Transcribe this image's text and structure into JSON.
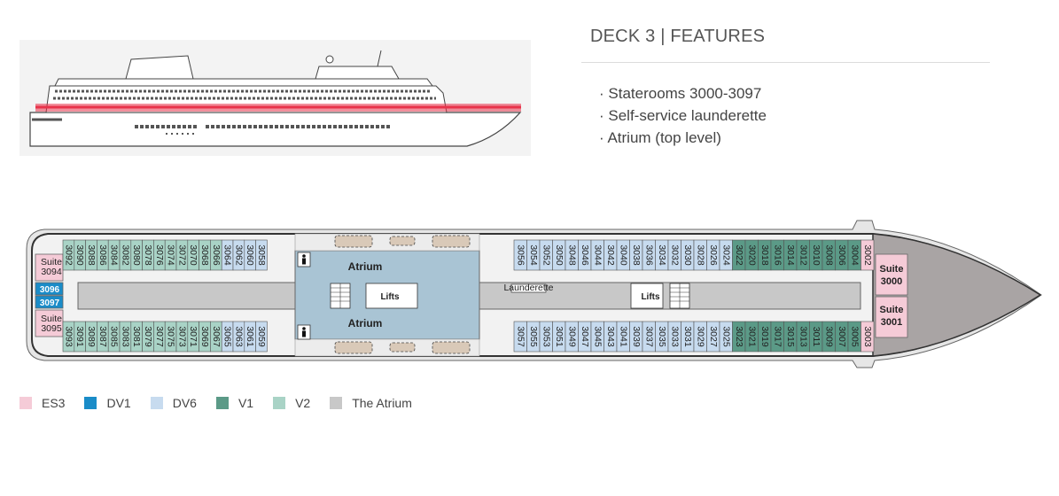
{
  "header": {
    "deck_title": "DECK 3 | FEATURES",
    "features": [
      "· Staterooms 3000-3097",
      "· Self-service launderette",
      "· Atrium (top level)"
    ]
  },
  "colors": {
    "ES3": "#f5cbd7",
    "DV1": "#1a8cc8",
    "DV6": "#c7dbef",
    "V1": "#5b9a87",
    "V2": "#a9d3c6",
    "Atrium": "#c8c8c8",
    "atrium_area": "#a9c4d4",
    "hull": "#f2f2f2",
    "bow": "#a9a4a4",
    "highlight": "#e8334a"
  },
  "deck_plan": {
    "left_suites": {
      "top": [
        "Suite",
        "3094"
      ],
      "bottom": [
        "Suite",
        "3095"
      ],
      "dv1_top": "3096",
      "dv1_bottom": "3097"
    },
    "right_suites": {
      "top": [
        "Suite",
        "3000"
      ],
      "bottom": [
        "Suite",
        "3001"
      ]
    },
    "aft_top": [
      "3092",
      "3090",
      "3088",
      "3086",
      "3084",
      "3082",
      "3080",
      "3078",
      "3076",
      "3074",
      "3072",
      "3070",
      "3068",
      "3066",
      "3064",
      "3062",
      "3060",
      "3058"
    ],
    "aft_top_category": [
      "V2",
      "V2",
      "V2",
      "V2",
      "V2",
      "V2",
      "V2",
      "V2",
      "V2",
      "V2",
      "V2",
      "V2",
      "V2",
      "V2",
      "DV6",
      "DV6",
      "DV6",
      "DV6"
    ],
    "aft_bottom": [
      "3093",
      "3091",
      "3089",
      "3087",
      "3085",
      "3083",
      "3081",
      "3079",
      "3077",
      "3075",
      "3073",
      "3071",
      "3069",
      "3067",
      "3065",
      "3063",
      "3061",
      "3059"
    ],
    "aft_bottom_category": [
      "V2",
      "V2",
      "V2",
      "V2",
      "V2",
      "V2",
      "V2",
      "V2",
      "V2",
      "V2",
      "V2",
      "V2",
      "V2",
      "V2",
      "DV6",
      "DV6",
      "DV6",
      "DV6"
    ],
    "fwd_top": [
      "3056",
      "3054",
      "3052",
      "3050",
      "3048",
      "3046",
      "3044",
      "3042",
      "3040",
      "3038",
      "3036",
      "3034",
      "3032",
      "3030",
      "3028",
      "3026",
      "3024",
      "3022",
      "3020",
      "3018",
      "3016",
      "3014",
      "3012",
      "3010",
      "3008",
      "3006",
      "3004",
      "3002"
    ],
    "fwd_top_category": [
      "DV6",
      "DV6",
      "DV6",
      "DV6",
      "DV6",
      "DV6",
      "DV6",
      "DV6",
      "DV6",
      "DV6",
      "DV6",
      "DV6",
      "DV6",
      "DV6",
      "DV6",
      "DV6",
      "DV6",
      "V1",
      "V1",
      "V1",
      "V1",
      "V1",
      "V1",
      "V1",
      "V1",
      "V1",
      "V1",
      "ES3"
    ],
    "fwd_bottom": [
      "3057",
      "3055",
      "3053",
      "3051",
      "3049",
      "3047",
      "3045",
      "3043",
      "3041",
      "3039",
      "3037",
      "3035",
      "3033",
      "3031",
      "3029",
      "3027",
      "3025",
      "3023",
      "3021",
      "3019",
      "3017",
      "3015",
      "3013",
      "3011",
      "3009",
      "3007",
      "3005",
      "3003"
    ],
    "fwd_bottom_category": [
      "DV6",
      "DV6",
      "DV6",
      "DV6",
      "DV6",
      "DV6",
      "DV6",
      "DV6",
      "DV6",
      "DV6",
      "DV6",
      "DV6",
      "DV6",
      "DV6",
      "DV6",
      "DV6",
      "DV6",
      "V1",
      "V1",
      "V1",
      "V1",
      "V1",
      "V1",
      "V1",
      "V1",
      "V1",
      "V1",
      "ES3"
    ],
    "atrium_top_label": "Atrium",
    "atrium_bottom_label": "Atrium",
    "lifts_aft_label": "Lifts",
    "lifts_fwd_label": "Lifts",
    "launderette_label": "Launderette",
    "restroom_icon": "restroom-icon"
  },
  "legend": [
    {
      "label": "ES3",
      "color": "#f5cbd7"
    },
    {
      "label": "DV1",
      "color": "#1a8cc8"
    },
    {
      "label": "DV6",
      "color": "#c7dbef"
    },
    {
      "label": "V1",
      "color": "#5b9a87"
    },
    {
      "label": "V2",
      "color": "#a9d3c6"
    },
    {
      "label": "The Atrium",
      "color": "#c8c8c8"
    }
  ]
}
